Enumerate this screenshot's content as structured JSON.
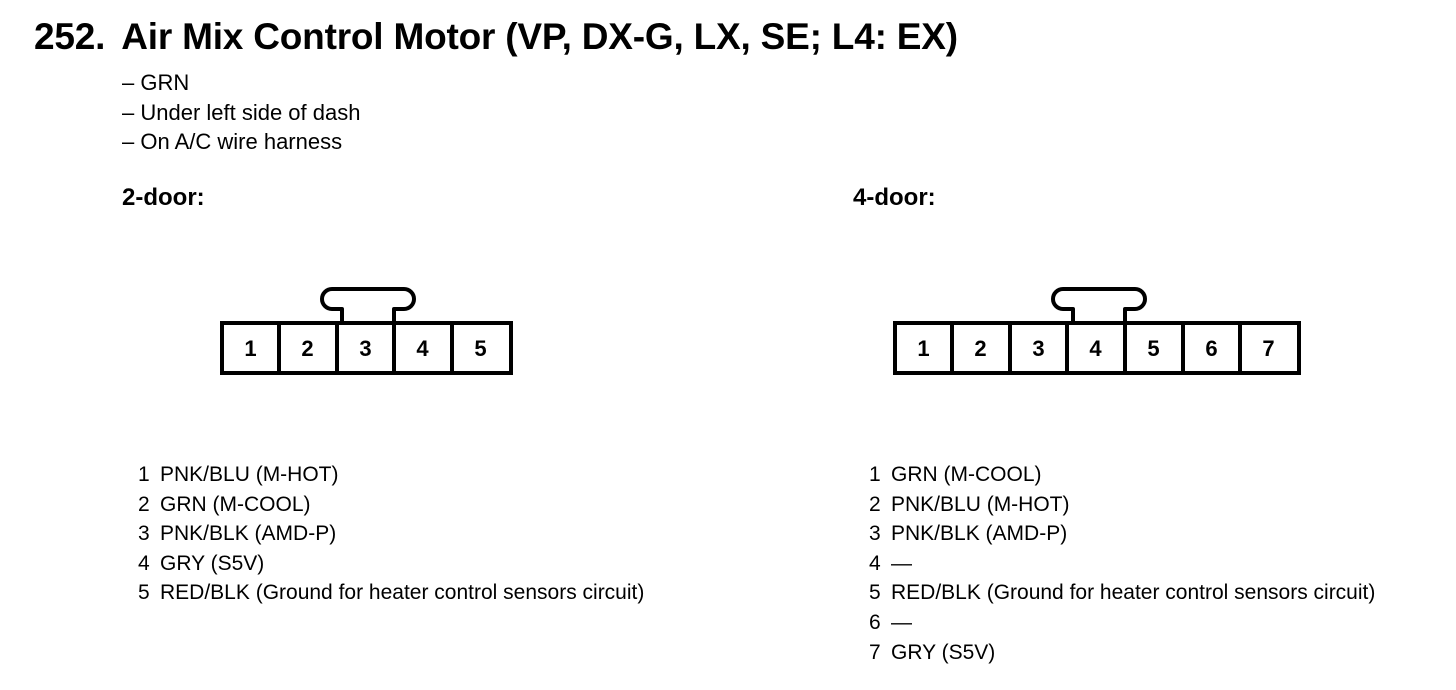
{
  "section": {
    "number": "252.",
    "title": "Air Mix Control Motor (VP, DX-G, LX, SE; L4: EX)"
  },
  "notes": [
    "– GRN",
    "– Under left side of dash",
    "– On A/C wire harness"
  ],
  "connectors": [
    {
      "heading": "2-door:",
      "pins": [
        "1",
        "2",
        "3",
        "4",
        "5"
      ],
      "wires": [
        {
          "pin": "1",
          "desc": "PNK/BLU (M-HOT)"
        },
        {
          "pin": "2",
          "desc": "GRN (M-COOL)"
        },
        {
          "pin": "3",
          "desc": "PNK/BLK (AMD-P)"
        },
        {
          "pin": "4",
          "desc": "GRY (S5V)"
        },
        {
          "pin": "5",
          "desc": "RED/BLK (Ground for heater control sensors circuit)"
        }
      ]
    },
    {
      "heading": "4-door:",
      "pins": [
        "1",
        "2",
        "3",
        "4",
        "5",
        "6",
        "7"
      ],
      "wires": [
        {
          "pin": "1",
          "desc": "GRN (M-COOL)"
        },
        {
          "pin": "2",
          "desc": "PNK/BLU (M-HOT)"
        },
        {
          "pin": "3",
          "desc": "PNK/BLK (AMD-P)"
        },
        {
          "pin": "4",
          "desc": "—"
        },
        {
          "pin": "5",
          "desc": "RED/BLK (Ground for heater control sensors circuit)"
        },
        {
          "pin": "6",
          "desc": "—"
        },
        {
          "pin": "7",
          "desc": "GRY (S5V)"
        }
      ]
    }
  ]
}
